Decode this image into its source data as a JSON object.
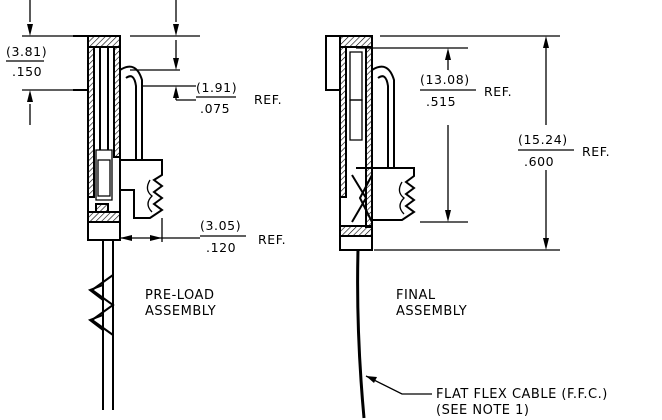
{
  "views": {
    "left": {
      "label": [
        "PRE-LOAD",
        "ASSEMBLY"
      ],
      "dims": [
        {
          "top": "(3.81)",
          "bottom": ".150",
          "ref": ""
        },
        {
          "top": "(1.91)",
          "bottom": ".075",
          "ref": "REF."
        },
        {
          "top": "(3.05)",
          "bottom": ".120",
          "ref": "REF."
        }
      ]
    },
    "right": {
      "label": [
        "FINAL",
        "ASSEMBLY"
      ],
      "dims": [
        {
          "top": "(13.08)",
          "bottom": ".515",
          "ref": "REF."
        },
        {
          "top": "(15.24)",
          "bottom": ".600",
          "ref": "REF."
        }
      ]
    }
  },
  "callout": {
    "lines": [
      "FLAT FLEX CABLE (F.F.C.)",
      "(SEE NOTE 1)"
    ]
  }
}
